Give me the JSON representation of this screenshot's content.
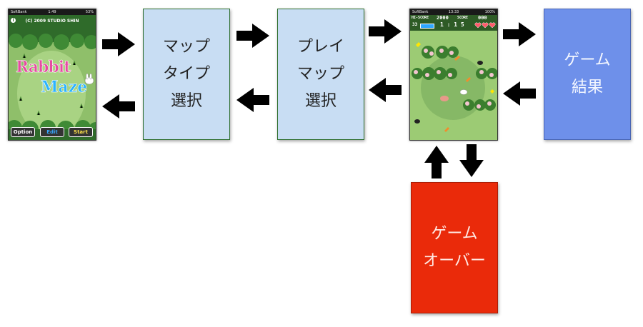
{
  "title_screen": {
    "carrier": "SoftBank",
    "time": "1:49",
    "battery": "53%",
    "copyright": "(C) 2009  STUDIO SHIN",
    "logo_line1": "Rabbit",
    "logo_line2": "Maze",
    "info_icon": "info-icon",
    "buttons": [
      "Option",
      "Edit",
      "Start"
    ]
  },
  "game_screen": {
    "carrier": "SoftBank",
    "time": "13:33",
    "battery": "100%",
    "hiscore_label": "HI-SCORE",
    "hiscore_value": "2000",
    "score_label": "SCORE",
    "score_value": "000",
    "counter": "33",
    "timer": "1 : 1 5"
  },
  "boxes": {
    "map_type": [
      "マップ",
      "タイプ",
      "選択"
    ],
    "play_map": [
      "プレイ",
      "マップ",
      "選択"
    ],
    "result": [
      "ゲーム",
      "結果"
    ],
    "game_over": [
      "ゲーム",
      "オーバー"
    ]
  },
  "colors": {
    "box_blue": "#c8ddf3",
    "box_result": "#6e90ea",
    "box_over": "#ea2a0a",
    "arrow": "#000000"
  }
}
